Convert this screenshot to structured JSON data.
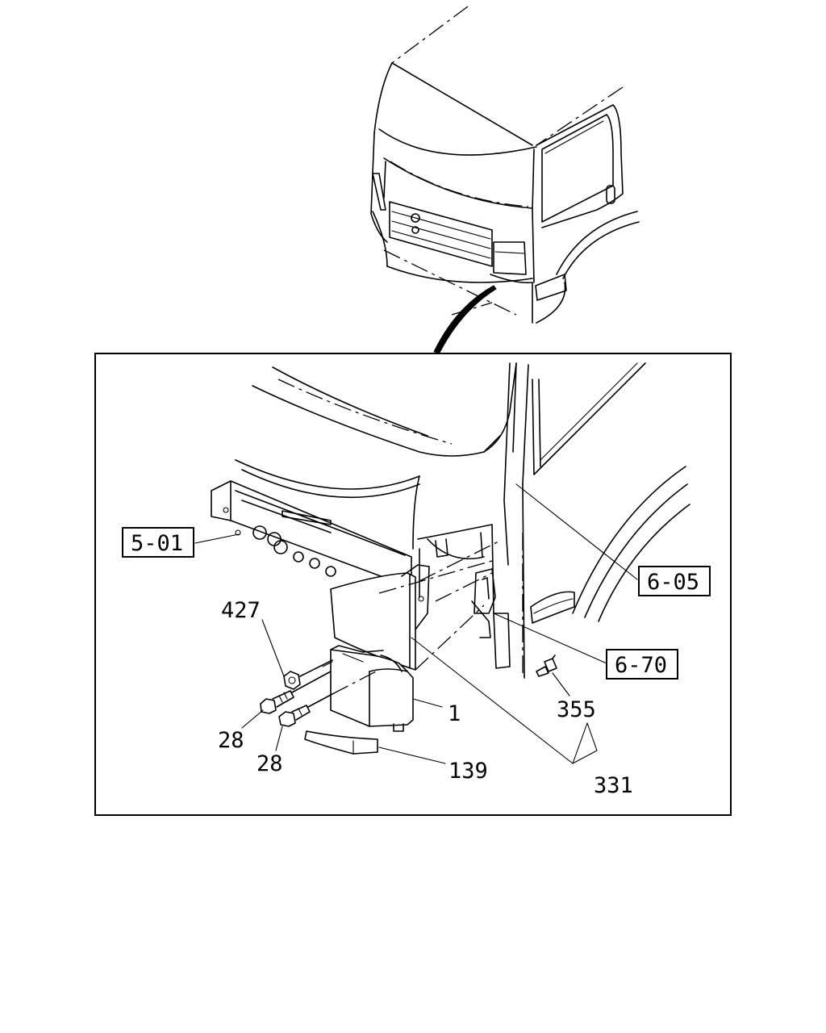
{
  "callouts": {
    "frame_ref": "5-01",
    "side_panel_ref": "6-05",
    "bracket_ref": "6-70",
    "nut": "427",
    "lamp": "1",
    "bolt_upper": "28",
    "bolt_lower": "28",
    "lens_strip": "139",
    "screw": "355",
    "assembly": "331"
  }
}
